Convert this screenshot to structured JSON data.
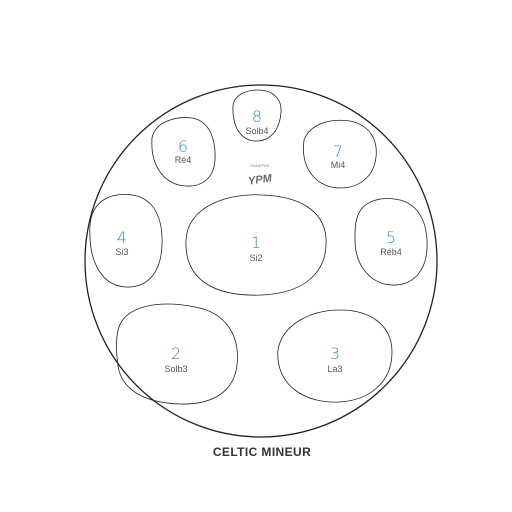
{
  "scale_title": "CELTIC MINEUR",
  "brand": {
    "name": "HANDPAN",
    "logo_text": "YPM"
  },
  "colors": {
    "number": "#2b8fb8",
    "note": "#555555",
    "outline": "#222222",
    "title": "#333333",
    "logo": "#666666"
  },
  "notes": [
    {
      "number": "1",
      "name": "Si2"
    },
    {
      "number": "2",
      "name": "Solb3"
    },
    {
      "number": "3",
      "name": "La3"
    },
    {
      "number": "4",
      "name": "Si3"
    },
    {
      "number": "5",
      "name": "Réb4"
    },
    {
      "number": "6",
      "name": "Ré4"
    },
    {
      "number": "7",
      "name": "Mi4"
    },
    {
      "number": "8",
      "name": "Solb4"
    }
  ]
}
